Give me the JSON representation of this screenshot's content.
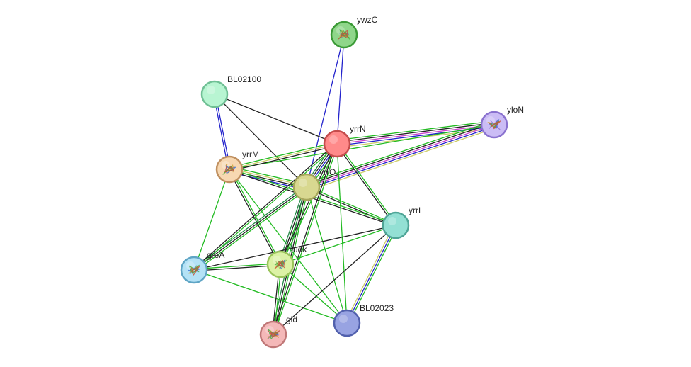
{
  "colors": {
    "neighborhood": "#22bb22",
    "coexpression": "#222222",
    "experiments": "#cc44cc",
    "databases": "#2222cc",
    "textmining": "#cccc66",
    "cooccurrence": "#228844"
  },
  "nodes": [
    {
      "id": "ywzC",
      "label": "ywzC",
      "fill": "#8fd68a",
      "stroke": "#3a9a35",
      "structure": true,
      "icon": "protein-structure-icon"
    },
    {
      "id": "BL02100",
      "label": "BL02100",
      "fill": "#b8f5d2",
      "stroke": "#70c095",
      "structure": false
    },
    {
      "id": "yrrN",
      "label": "yrrN",
      "fill": "#ff8a8a",
      "stroke": "#c54c4c",
      "structure": false
    },
    {
      "id": "yloN",
      "label": "yloN",
      "fill": "#cbbcf5",
      "stroke": "#8a72cf",
      "structure": true,
      "icon": "protein-structure-icon"
    },
    {
      "id": "yrrM",
      "label": "yrrM",
      "fill": "#f7d8b2",
      "stroke": "#c09060",
      "structure": true,
      "icon": "protein-structure-icon"
    },
    {
      "id": "yrrO",
      "label": "yrrO",
      "fill": "#d8d890",
      "stroke": "#a7a75c",
      "structure": false
    },
    {
      "id": "yrrL",
      "label": "yrrL",
      "fill": "#93e0d4",
      "stroke": "#4fa597",
      "structure": false
    },
    {
      "id": "greA",
      "label": "greA",
      "fill": "#b4e2f6",
      "stroke": "#5fa5c5",
      "structure": true,
      "icon": "protein-structure-icon"
    },
    {
      "id": "udk",
      "label": "udk",
      "fill": "#dcf2a6",
      "stroke": "#9ac45a",
      "structure": true,
      "icon": "protein-structure-icon"
    },
    {
      "id": "gid",
      "label": "gid",
      "fill": "#f4b8b8",
      "stroke": "#c07878",
      "structure": true,
      "icon": "protein-structure-icon"
    },
    {
      "id": "BL02023",
      "label": "BL02023",
      "fill": "#98a3e2",
      "stroke": "#5160ad",
      "structure": false
    }
  ],
  "edges": [
    {
      "source": "ywzC",
      "target": "yrrN",
      "types": [
        "databases"
      ]
    },
    {
      "source": "ywzC",
      "target": "yrrO",
      "types": [
        "databases"
      ]
    },
    {
      "source": "BL02100",
      "target": "yrrN",
      "types": [
        "coexpression"
      ]
    },
    {
      "source": "BL02100",
      "target": "yrrM",
      "types": [
        "databases",
        "databases"
      ]
    },
    {
      "source": "BL02100",
      "target": "yrrO",
      "types": [
        "coexpression"
      ]
    },
    {
      "source": "yrrN",
      "target": "yloN",
      "types": [
        "neighborhood",
        "coexpression",
        "experiments",
        "databases",
        "textmining"
      ]
    },
    {
      "source": "yrrO",
      "target": "yloN",
      "types": [
        "neighborhood",
        "coexpression",
        "experiments",
        "databases",
        "textmining"
      ]
    },
    {
      "source": "yrrM",
      "target": "yloN",
      "types": [
        "neighborhood"
      ]
    },
    {
      "source": "yrrM",
      "target": "yrrN",
      "types": [
        "neighborhood",
        "textmining",
        "coexpression"
      ]
    },
    {
      "source": "yrrM",
      "target": "yrrO",
      "types": [
        "neighborhood",
        "textmining",
        "coexpression",
        "databases"
      ]
    },
    {
      "source": "yrrN",
      "target": "yrrO",
      "types": [
        "neighborhood",
        "databases",
        "coexpression",
        "cooccurrence"
      ]
    },
    {
      "source": "yrrN",
      "target": "yrrL",
      "types": [
        "neighborhood",
        "coexpression"
      ]
    },
    {
      "source": "yrrO",
      "target": "yrrL",
      "types": [
        "neighborhood",
        "coexpression"
      ]
    },
    {
      "source": "yrrM",
      "target": "yrrL",
      "types": [
        "neighborhood",
        "coexpression"
      ]
    },
    {
      "source": "yrrN",
      "target": "BL02023",
      "types": [
        "neighborhood"
      ]
    },
    {
      "source": "yrrL",
      "target": "BL02023",
      "types": [
        "neighborhood",
        "databases",
        "textmining"
      ]
    },
    {
      "source": "yrrO",
      "target": "BL02023",
      "types": [
        "neighborhood"
      ]
    },
    {
      "source": "yrrM",
      "target": "greA",
      "types": [
        "neighborhood"
      ]
    },
    {
      "source": "yrrM",
      "target": "udk",
      "types": [
        "neighborhood",
        "coexpression"
      ]
    },
    {
      "source": "yrrM",
      "target": "BL02023",
      "types": [
        "neighborhood"
      ]
    },
    {
      "source": "yrrO",
      "target": "greA",
      "types": [
        "neighborhood",
        "coexpression",
        "cooccurrence"
      ]
    },
    {
      "source": "yrrO",
      "target": "udk",
      "types": [
        "neighborhood",
        "coexpression",
        "cooccurrence"
      ]
    },
    {
      "source": "yrrO",
      "target": "gid",
      "types": [
        "neighborhood",
        "coexpression",
        "cooccurrence"
      ]
    },
    {
      "source": "yrrN",
      "target": "greA",
      "types": [
        "neighborhood",
        "coexpression"
      ]
    },
    {
      "source": "yrrN",
      "target": "udk",
      "types": [
        "neighborhood",
        "coexpression"
      ]
    },
    {
      "source": "yrrN",
      "target": "gid",
      "types": [
        "neighborhood",
        "coexpression"
      ]
    },
    {
      "source": "greA",
      "target": "udk",
      "types": [
        "neighborhood",
        "coexpression"
      ]
    },
    {
      "source": "greA",
      "target": "BL02023",
      "types": [
        "neighborhood"
      ]
    },
    {
      "source": "greA",
      "target": "yrrL",
      "types": [
        "coexpression"
      ]
    },
    {
      "source": "udk",
      "target": "gid",
      "types": [
        "neighborhood",
        "coexpression"
      ]
    },
    {
      "source": "udk",
      "target": "BL02023",
      "types": [
        "neighborhood"
      ]
    },
    {
      "source": "udk",
      "target": "yrrL",
      "types": [
        "neighborhood"
      ]
    },
    {
      "source": "gid",
      "target": "yrrL",
      "types": [
        "coexpression"
      ]
    }
  ]
}
